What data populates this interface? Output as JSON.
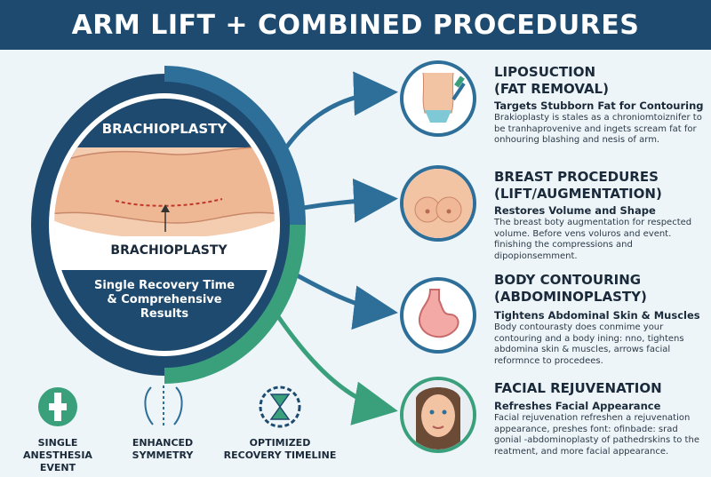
{
  "header": {
    "title": "ARM LIFT + COMBINED PROCEDURES"
  },
  "center": {
    "top_label": "BRACHIOPLASTY",
    "arrow_label": "BRACHIOPLASTY",
    "bottom_text_line1": "Single Recovery Time",
    "bottom_text_line2": "& Comprehensive",
    "bottom_text_line3": "Results"
  },
  "procedures": [
    {
      "title_line1": "LIPOSUCTION",
      "title_line2": "(FAT REMOVAL)",
      "subtitle": "Targets Stubborn Fat for Contouring",
      "description": "Brakioplasty is stales as a chroniomtoiznifer to be tranhaprovenive and ingets scream fat for onhouring blashing and nesis of arm.",
      "icon": "liposuction-icon"
    },
    {
      "title_line1": "BREAST PROCEDURES",
      "title_line2": "(LIFT/AUGMENTATION)",
      "subtitle": "Restores Volume and Shape",
      "description": "The breast boty augmentation for respected volume. Before vens voluros and event. finishing the compressions and dipopionsemment.",
      "icon": "breast-icon"
    },
    {
      "title_line1": "BODY CONTOURING",
      "title_line2": "(ABDOMINOPLASTY)",
      "subtitle": "Tightens Abdominal Skin & Muscles",
      "description": "Body contourasty does conmime your contouring and a body ining: nno, tightens abdomina skin & muscles, arrows facial reformnce to procedees.",
      "icon": "stomach-icon"
    },
    {
      "title_line1": "FACIAL REJUVENATION",
      "title_line2": "",
      "subtitle": "Refreshes Facial Appearance",
      "description": "Facial rejuvenation refreshen a rejuvenation appearance, preshes font: ofinbade: srad gonial -abdominoplasty of pathedrskins to the reatment, and more facial appearance.",
      "icon": "face-icon"
    }
  ],
  "benefits": [
    {
      "line1": "SINGLE",
      "line2": "ANESTHESIA EVENT",
      "icon": "anesthesia-syringe-icon"
    },
    {
      "line1": "ENHANCED",
      "line2": "SYMMETRY",
      "icon": "symmetry-icon"
    },
    {
      "line1": "OPTIMIZED",
      "line2": "RECOVERY TIMELINE",
      "icon": "hourglass-clock-icon"
    }
  ],
  "colors": {
    "navy": "#1d4a6e",
    "blue": "#2e6f9a",
    "teal": "#3aa07c",
    "skin": "#f2c4a4"
  }
}
